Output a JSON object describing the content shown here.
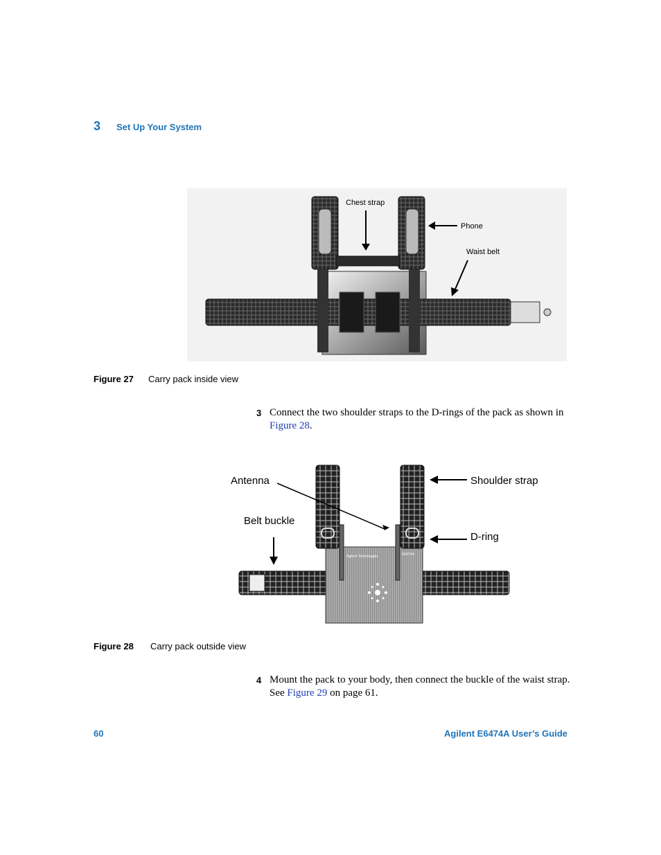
{
  "header": {
    "chapter_number": "3",
    "chapter_title": "Set Up Your System"
  },
  "figure27": {
    "label": "Figure 27",
    "caption": "Carry pack inside view",
    "callouts": {
      "chest_strap": "Chest strap",
      "phone": "Phone",
      "waist_belt": "Waist belt"
    }
  },
  "step3": {
    "number": "3",
    "text_before": "Connect the two shoulder straps to the D-rings of the pack as shown in ",
    "link": "Figure 28",
    "text_after": "."
  },
  "figure28": {
    "label": "Figure 28",
    "caption": "Carry pack outside view",
    "callouts": {
      "antenna": "Antenna",
      "shoulder_strap": "Shoulder strap",
      "belt_buckle": "Belt buckle",
      "d_ring": "D-ring"
    },
    "device_brand": "Agilent Technologies",
    "device_model": "E6474A"
  },
  "step4": {
    "number": "4",
    "text_before": "Mount the pack to your body, then connect the buckle of the waist strap. See ",
    "link": "Figure 29",
    "text_after": " on page 61."
  },
  "footer": {
    "page_number": "60",
    "guide_title": "Agilent E6474A User’s Guide"
  },
  "colors": {
    "accent_blue": "#1f74b8",
    "link_blue": "#1f3fb0"
  }
}
